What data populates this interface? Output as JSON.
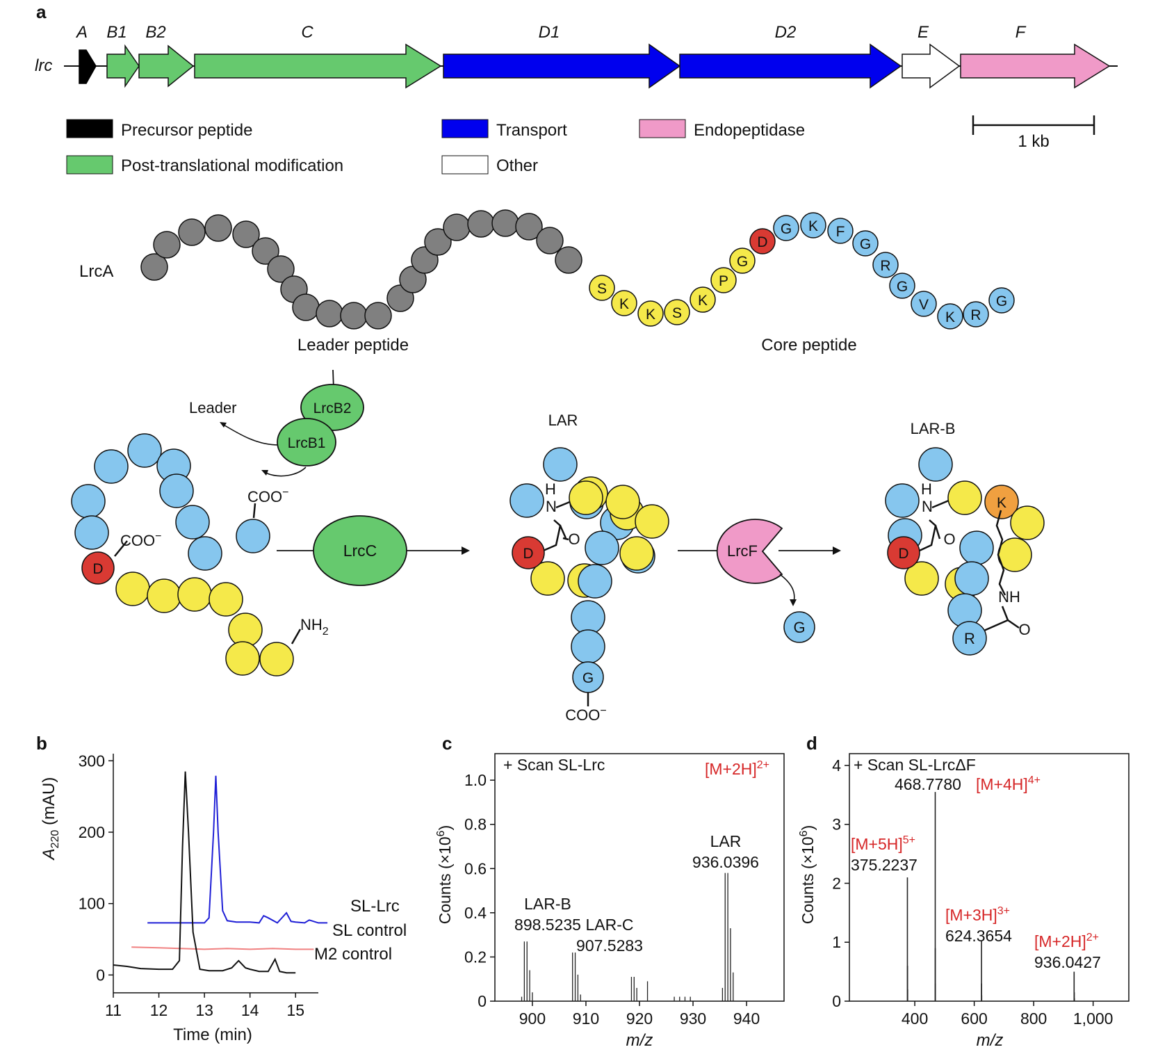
{
  "panel_labels": {
    "a": "a",
    "b": "b",
    "c": "c",
    "d": "d"
  },
  "gene_cluster": {
    "locus": "lrc",
    "genes": [
      {
        "name": "A",
        "role": "precursor",
        "color": "#000000"
      },
      {
        "name": "B1",
        "role": "ptm",
        "color": "#66c96e"
      },
      {
        "name": "B2",
        "role": "ptm",
        "color": "#66c96e"
      },
      {
        "name": "C",
        "role": "ptm",
        "color": "#66c96e"
      },
      {
        "name": "D1",
        "role": "transport",
        "color": "#0000ee"
      },
      {
        "name": "D2",
        "role": "transport",
        "color": "#0000ee"
      },
      {
        "name": "E",
        "role": "other",
        "color": "#ffffff"
      },
      {
        "name": "F",
        "role": "endopeptidase",
        "color": "#f09ac8"
      }
    ],
    "legend": [
      {
        "label": "Precursor peptide",
        "color": "#000000"
      },
      {
        "label": "Post-translational modification",
        "color": "#66c96e"
      },
      {
        "label": "Transport",
        "color": "#0000ee"
      },
      {
        "label": "Other",
        "color": "#ffffff"
      },
      {
        "label": "Endopeptidase",
        "color": "#f09ac8"
      }
    ],
    "scale_bar": "1 kb"
  },
  "peptide": {
    "name": "LrcA",
    "leader_label": "Leader peptide",
    "core_label": "Core peptide",
    "yellow_residues": [
      "S",
      "K",
      "K",
      "S",
      "K",
      "P",
      "G"
    ],
    "red_residue": "D",
    "blue_residues": [
      "G",
      "K",
      "F",
      "G",
      "R",
      "G",
      "V",
      "K",
      "R",
      "G"
    ],
    "colors": {
      "leader": "#808080",
      "yellow": "#f5e94a",
      "blue": "#86c6ee",
      "red": "#d93a33",
      "orange": "#f0a040",
      "enzyme_green": "#66c96e",
      "enzyme_pink": "#f09ac8"
    }
  },
  "scheme": {
    "leader_product": "Leader",
    "enzyme_b2": "LrcB2",
    "enzyme_b1": "LrcB1",
    "enzyme_c": "LrcC",
    "enzyme_f": "LrcF",
    "released_residue": "G",
    "coo_minus": "COO",
    "charge_minus": "−",
    "nh2": "NH",
    "nh2_subscript": "2",
    "d_residue": "D",
    "g_residue": "G",
    "k_residue": "K",
    "r_residue": "R",
    "amide_h": "H",
    "amide_n": "N",
    "amide_nh": "NH",
    "carbonyl_o": "O",
    "product_lar": "LAR",
    "product_lar_b": "LAR-B"
  },
  "panel_b": {
    "ylabel_main": "A",
    "ylabel_sub": "220",
    "ylabel_unit": " (mAU)",
    "xlabel": "Time (min)",
    "series_labels": [
      "SL-Lrc",
      "SL control",
      "M2 control"
    ],
    "series_colors": [
      "#1f1fd6",
      "#f08080",
      "#111111"
    ]
  },
  "panel_c": {
    "title": "+ Scan SL-Lrc",
    "ion": "[M+2H]",
    "ion_charge": "2+",
    "ylabel_main": "Counts (×10",
    "ylabel_exp": "6",
    "ylabel_end": ")",
    "xlabel": "m/z",
    "peak_labels": [
      {
        "name": "LAR-B",
        "mz": "898.5235"
      },
      {
        "name": "LAR-C",
        "mz": "907.5283"
      },
      {
        "name": "LAR",
        "mz": "936.0396"
      }
    ]
  },
  "panel_d": {
    "title": "+ Scan SL-LrcΔF",
    "ylabel_main": "Counts (×10",
    "ylabel_exp": "6",
    "ylabel_end": ")",
    "xlabel": "m/z",
    "peak_labels": [
      {
        "ion": "[M+4H]",
        "charge": "4+",
        "mz": "468.7780"
      },
      {
        "ion": "[M+5H]",
        "charge": "5+",
        "mz": "375.2237"
      },
      {
        "ion": "[M+3H]",
        "charge": "3+",
        "mz": "624.3654"
      },
      {
        "ion": "[M+2H]",
        "charge": "2+",
        "mz": "936.0427"
      }
    ]
  },
  "chart_data": [
    {
      "type": "line",
      "panel": "b",
      "xlabel": "Time (min)",
      "ylabel": "A220 (mAU)",
      "xlim": [
        11,
        15.5
      ],
      "ylim": [
        -25,
        310
      ],
      "xticks": [
        11,
        12,
        13,
        14,
        15
      ],
      "yticks": [
        0,
        100,
        200,
        300
      ],
      "series": [
        {
          "name": "SL-Lrc",
          "color": "#1f1fd6",
          "x": [
            11.75,
            12.0,
            12.5,
            13.0,
            13.1,
            13.2,
            13.25,
            13.3,
            13.4,
            13.5,
            13.7,
            14.0,
            14.2,
            14.3,
            14.4,
            14.6,
            14.8,
            14.9,
            15.0,
            15.2,
            15.3,
            15.5,
            15.7
          ],
          "y": [
            73,
            73,
            73,
            73,
            80,
            200,
            279,
            200,
            90,
            76,
            74,
            74,
            73,
            83,
            80,
            73,
            87,
            75,
            74,
            73,
            77,
            73,
            73
          ]
        },
        {
          "name": "SL control",
          "color": "#f08080",
          "x": [
            11.4,
            12.0,
            12.5,
            13.0,
            13.5,
            14.0,
            14.5,
            15.0,
            15.4
          ],
          "y": [
            39,
            38,
            37,
            36,
            37,
            36,
            37,
            36,
            36
          ]
        },
        {
          "name": "M2 control",
          "color": "#111111",
          "x": [
            11.0,
            11.3,
            11.6,
            12.0,
            12.3,
            12.45,
            12.52,
            12.58,
            12.65,
            12.75,
            12.9,
            13.1,
            13.4,
            13.6,
            13.75,
            13.9,
            14.0,
            14.2,
            14.4,
            14.55,
            14.65,
            14.8,
            15.0
          ],
          "y": [
            14,
            12,
            9,
            8,
            8,
            20,
            180,
            285,
            200,
            60,
            8,
            6,
            6,
            10,
            20,
            10,
            8,
            5,
            5,
            22,
            5,
            3,
            3
          ]
        }
      ]
    },
    {
      "type": "bar",
      "panel": "c",
      "title": "+ Scan SL-Lrc",
      "xlabel": "m/z",
      "ylabel": "Counts (×10^6)",
      "xlim": [
        893,
        947
      ],
      "ylim": [
        0,
        1.12
      ],
      "xticks": [
        900,
        910,
        920,
        930,
        940
      ],
      "yticks": [
        0,
        0.2,
        0.4,
        0.6,
        0.8,
        1.0
      ],
      "x": [
        898.0,
        898.5,
        899.0,
        899.5,
        900.0,
        907.5,
        908.0,
        908.5,
        909.0,
        918.5,
        919.0,
        919.5,
        921.5,
        926.5,
        927.5,
        928.5,
        929.5,
        935.5,
        936.0,
        936.5,
        937.0,
        937.5
      ],
      "values": [
        0.02,
        0.27,
        0.27,
        0.14,
        0.04,
        0.22,
        0.22,
        0.12,
        0.03,
        0.11,
        0.11,
        0.06,
        0.09,
        0.02,
        0.02,
        0.02,
        0.02,
        0.06,
        0.58,
        0.58,
        0.33,
        0.13
      ]
    },
    {
      "type": "bar",
      "panel": "d",
      "title": "+ Scan SL-LrcΔF",
      "xlabel": "m/z",
      "ylabel": "Counts (×10^6)",
      "xlim": [
        180,
        1120
      ],
      "ylim": [
        0,
        4.2
      ],
      "xticks": [
        400,
        600,
        800,
        1000
      ],
      "yticks": [
        0,
        1,
        2,
        3,
        4
      ],
      "x": [
        375.2,
        375.6,
        376.0,
        468.8,
        469.0,
        469.3,
        624.4,
        624.7,
        625.0,
        936.0,
        936.5,
        937.0
      ],
      "values": [
        2.1,
        0.6,
        0.2,
        3.55,
        0.9,
        0.3,
        1.02,
        0.3,
        0.1,
        0.5,
        0.15,
        0.05
      ]
    }
  ]
}
